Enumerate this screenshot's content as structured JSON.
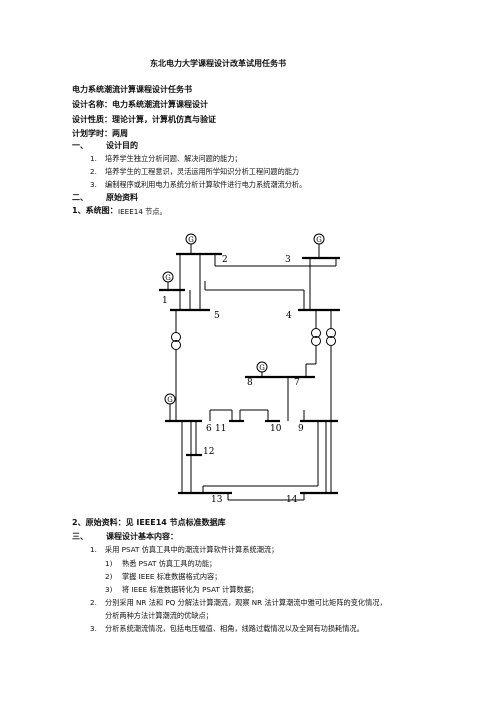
{
  "title": "东北电力大学课程设计改革试用任务书",
  "header": {
    "subtitle": "电力系统潮流计算课程设计任务书",
    "design_name": "设计名称：电力系统潮流计算课程设计",
    "design_nature": "设计性质：理论计算，计算机仿真与验证",
    "planned_hours": "计划学时：两周"
  },
  "section1": {
    "num": "一、",
    "title": "设计目的",
    "items": [
      {
        "num": "1.",
        "text": "培养学生独立分析问题、解决问题的能力；"
      },
      {
        "num": "2.",
        "text": "培养学生的工程意识，灵活运用所学知识分析工程问题的能力"
      },
      {
        "num": "3.",
        "text": "编制程序或利用电力系统分析计算软件进行电力系统潮流分析。"
      }
    ]
  },
  "section2": {
    "num": "二、",
    "title": "原始资料",
    "item1_label": "1、系统图：",
    "item1_value": "IEEE14 节点。",
    "item2": "2、原始资料：见 IEEE14 节点标准数据库"
  },
  "diagram": {
    "bus_labels": [
      "1",
      "2",
      "3",
      "4",
      "5",
      "6",
      "7",
      "8",
      "9",
      "10",
      "11",
      "12",
      "13",
      "14"
    ]
  },
  "section3": {
    "num": "三、",
    "title": "课程设计基本内容：",
    "items": [
      {
        "num": "1.",
        "text": "采用 PSAT 仿真工具中的潮流计算软件计算系统潮流；"
      },
      {
        "num": "1)",
        "text": "熟悉 PSAT 仿真工具的功能；",
        "sub": true
      },
      {
        "num": "2)",
        "text": "掌握 IEEE 标准数据格式内容；",
        "sub": true
      },
      {
        "num": "3)",
        "text": "将 IEEE 标准数据转化为 PSAT 计算数据；",
        "sub": true
      },
      {
        "num": "2.",
        "text": "分别采用 NR 法和 PQ 分解法计算潮流，观察 NR 法计算潮流中雅可比矩阵的变化情况，"
      },
      {
        "num": "",
        "text": "分析两种方法计算潮流的优缺点；"
      },
      {
        "num": "3.",
        "text": "分析系统潮流情况，包括电压幅值、相角，线路过载情况以及全网有功损耗情况。"
      }
    ]
  }
}
